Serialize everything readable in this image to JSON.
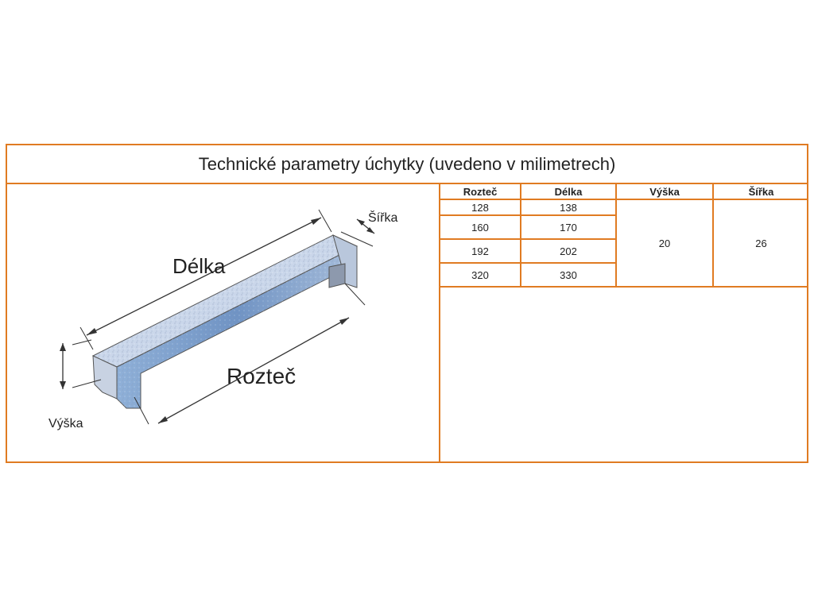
{
  "title": "Technické parametry úchytky (uvedeno v milimetrech)",
  "illustration": {
    "labels": {
      "delka": "Délka",
      "roztec": "Rozteč",
      "vyska": "Výška",
      "sirka": "Šířka"
    }
  },
  "table": {
    "headers": [
      "Rozteč",
      "Délka",
      "Výška",
      "Šířka"
    ],
    "rows": [
      {
        "roztec": "128",
        "delka": "138"
      },
      {
        "roztec": "160",
        "delka": "170"
      },
      {
        "roztec": "192",
        "delka": "202"
      },
      {
        "roztec": "320",
        "delka": "330"
      }
    ],
    "vyska": "20",
    "sirka": "26"
  },
  "colors": {
    "border": "#e07b22"
  }
}
